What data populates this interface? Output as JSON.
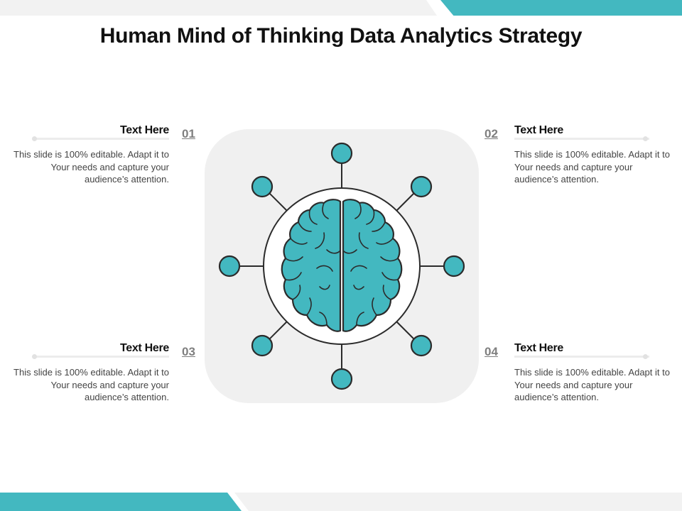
{
  "title": "Human Mind of Thinking Data Analytics Strategy",
  "colors": {
    "accent": "#43b8c0",
    "outline": "#2b2b2b",
    "panel": "#f0f0f0",
    "heading": "#111111",
    "body": "#444444",
    "number": "#7f7f7f"
  },
  "icons": {
    "center": "brain-icon"
  },
  "items": [
    {
      "number": "01",
      "heading": "Text Here",
      "body": "This slide is 100% editable. Adapt it to Your needs and capture your audience’s attention."
    },
    {
      "number": "02",
      "heading": "Text Here",
      "body": "This slide is 100% editable. Adapt it to Your needs and capture your audience’s attention."
    },
    {
      "number": "03",
      "heading": "Text Here",
      "body": "This slide is 100% editable. Adapt it to Your needs and capture your audience’s attention."
    },
    {
      "number": "04",
      "heading": "Text Here",
      "body": "This slide is 100% editable. Adapt it to Your needs and capture your audience’s attention."
    }
  ]
}
